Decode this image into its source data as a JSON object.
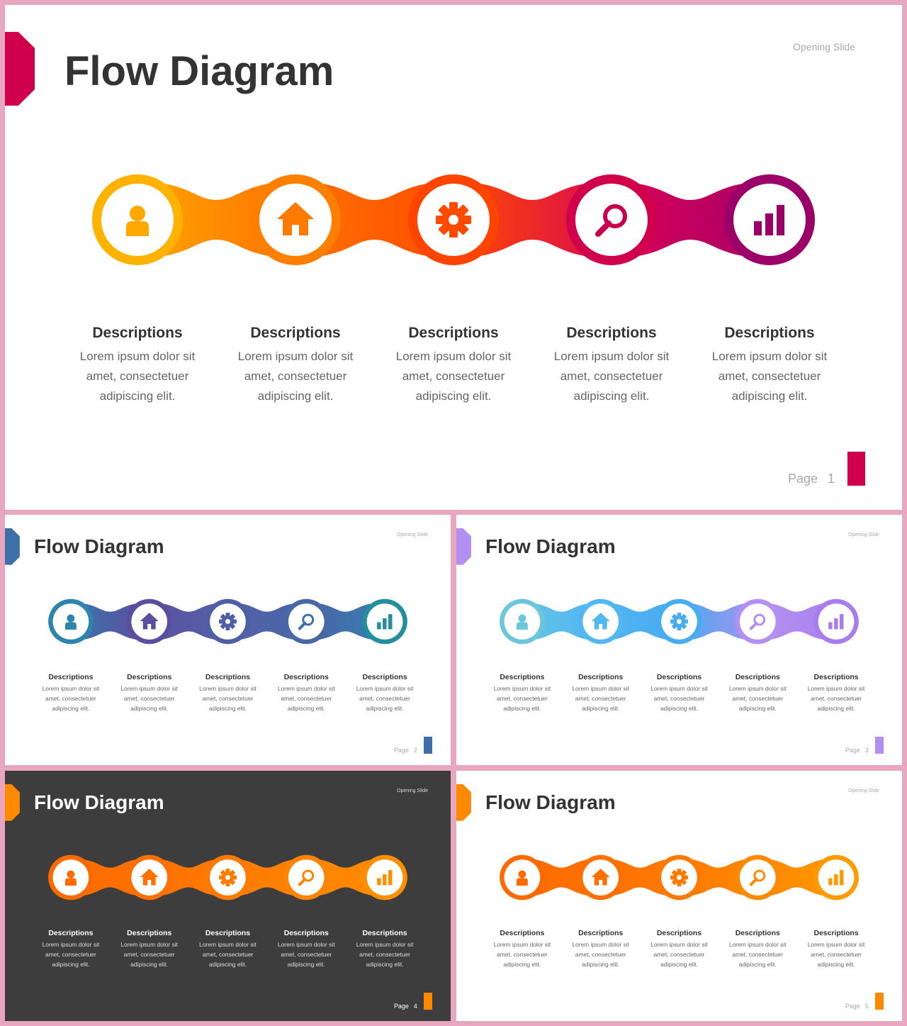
{
  "slides": [
    {
      "title": "Flow Diagram",
      "header_label": "Opening Slide",
      "page_label": "Page",
      "page_number": "1",
      "colors": {
        "tab": "#d0004c",
        "page_rect": "#d0004c",
        "gradient": [
          "#ffb300",
          "#ff7a00",
          "#ff4a00",
          "#d4005a",
          "#99006a"
        ],
        "circle_ring": [
          "#ffb300",
          "#ff8000",
          "#ff4400",
          "#d0004c",
          "#9a0068"
        ],
        "icon": [
          "#ffa800",
          "#ff7a00",
          "#ff4a00",
          "#c8004e",
          "#9a0068"
        ]
      },
      "steps": [
        {
          "icon": "user-icon",
          "heading": "Descriptions",
          "text": "Lorem ipsum dolor sit amet, consectetuer adipiscing elit."
        },
        {
          "icon": "home-icon",
          "heading": "Descriptions",
          "text": "Lorem ipsum dolor sit amet, consectetuer adipiscing elit."
        },
        {
          "icon": "gear-icon",
          "heading": "Descriptions",
          "text": "Lorem ipsum dolor sit amet, consectetuer adipiscing elit."
        },
        {
          "icon": "search-icon",
          "heading": "Descriptions",
          "text": "Lorem ipsum dolor sit amet, consectetuer adipiscing elit."
        },
        {
          "icon": "bar-chart-icon",
          "heading": "Descriptions",
          "text": "Lorem ipsum dolor sit amet, consectetuer adipiscing elit."
        }
      ]
    },
    {
      "title": "Flow Diagram",
      "header_label": "Opening Slide",
      "page_label": "Page",
      "page_number": "2",
      "colors": {
        "tab": "#3f6fa8",
        "page_rect": "#3f6fa8",
        "gradient": [
          "#2f86b0",
          "#5a4fa0",
          "#5560a8",
          "#4868a8",
          "#2f86b0"
        ],
        "circle_ring": [
          "#2d85ad",
          "#5a4f9e",
          "#4f5fa6",
          "#4868a6",
          "#228e9e"
        ],
        "icon": [
          "#2d85ad",
          "#5a4f9e",
          "#4f5fa6",
          "#3f6fa8",
          "#228e9e"
        ]
      },
      "steps": [
        {
          "icon": "user-icon",
          "heading": "Descriptions",
          "text": "Lorem ipsum dolor sit amet, consectetuer adipiscing elit."
        },
        {
          "icon": "home-icon",
          "heading": "Descriptions",
          "text": "Lorem ipsum dolor sit amet, consectetuer adipiscing elit."
        },
        {
          "icon": "gear-icon",
          "heading": "Descriptions",
          "text": "Lorem ipsum dolor sit amet, consectetuer adipiscing elit."
        },
        {
          "icon": "search-icon",
          "heading": "Descriptions",
          "text": "Lorem ipsum dolor sit amet, consectetuer adipiscing elit."
        },
        {
          "icon": "bar-chart-icon",
          "heading": "Descriptions",
          "text": "Lorem ipsum dolor sit amet, consectetuer adipiscing elit."
        }
      ]
    },
    {
      "title": "Flow Diagram",
      "header_label": "Opening Slide",
      "page_label": "Page",
      "page_number": "3",
      "colors": {
        "tab": "#b28ff0",
        "page_rect": "#b28ff0",
        "gradient": [
          "#6cc6dc",
          "#52b8f2",
          "#4aaaf0",
          "#b28ff0",
          "#a77df0"
        ],
        "circle_ring": [
          "#6cc6dc",
          "#52b8f2",
          "#46aef0",
          "#b28ff0",
          "#a77df0"
        ],
        "icon": [
          "#6cc6dc",
          "#52b8f2",
          "#46aef0",
          "#b28ff0",
          "#a77df0"
        ]
      },
      "steps": [
        {
          "icon": "user-icon",
          "heading": "Descriptions",
          "text": "Lorem ipsum dolor sit amet, consectetuer adipiscing elit."
        },
        {
          "icon": "home-icon",
          "heading": "Descriptions",
          "text": "Lorem ipsum dolor sit amet, consectetuer adipiscing elit."
        },
        {
          "icon": "gear-icon",
          "heading": "Descriptions",
          "text": "Lorem ipsum dolor sit amet, consectetuer adipiscing elit."
        },
        {
          "icon": "search-icon",
          "heading": "Descriptions",
          "text": "Lorem ipsum dolor sit amet, consectetuer adipiscing elit."
        },
        {
          "icon": "bar-chart-icon",
          "heading": "Descriptions",
          "text": "Lorem ipsum dolor sit amet, consectetuer adipiscing elit."
        }
      ]
    },
    {
      "title": "Flow Diagram",
      "header_label": "Opening Slide",
      "page_label": "Page",
      "page_number": "4",
      "colors": {
        "tab": "#ff8a00",
        "page_rect": "#ff8a00",
        "gradient": [
          "#ff6a00",
          "#ff7000",
          "#ff7a00",
          "#ff8400",
          "#ff8e00"
        ],
        "circle_ring": [
          "#ff6a00",
          "#ff7000",
          "#ff7a00",
          "#ff8400",
          "#ff8e00"
        ],
        "icon": [
          "#ff6a00",
          "#ff7000",
          "#ff7a00",
          "#ff8400",
          "#ff8e00"
        ]
      },
      "steps": [
        {
          "icon": "user-icon",
          "heading": "Descriptions",
          "text": "Lorem ipsum dolor sit amet, consectetuer adipiscing elit."
        },
        {
          "icon": "home-icon",
          "heading": "Descriptions",
          "text": "Lorem ipsum dolor sit amet, consectetuer adipiscing elit."
        },
        {
          "icon": "gear-icon",
          "heading": "Descriptions",
          "text": "Lorem ipsum dolor sit amet, consectetuer adipiscing elit."
        },
        {
          "icon": "search-icon",
          "heading": "Descriptions",
          "text": "Lorem ipsum dolor sit amet, consectetuer adipiscing elit."
        },
        {
          "icon": "bar-chart-icon",
          "heading": "Descriptions",
          "text": "Lorem ipsum dolor sit amet, consectetuer adipiscing elit."
        }
      ]
    },
    {
      "title": "Flow Diagram",
      "header_label": "Opening Slide",
      "page_label": "Page",
      "page_number": "5",
      "colors": {
        "tab": "#ff8a00",
        "page_rect": "#ff8a00",
        "gradient": [
          "#ff6a00",
          "#ff7000",
          "#ff7a00",
          "#ff8a00",
          "#ff9a00"
        ],
        "circle_ring": [
          "#ff6a00",
          "#ff7000",
          "#ff7a00",
          "#ff8a00",
          "#ff9a00"
        ],
        "icon": [
          "#ff6a00",
          "#ff7000",
          "#ff7a00",
          "#ff8a00",
          "#ff9a00"
        ]
      },
      "steps": [
        {
          "icon": "user-icon",
          "heading": "Descriptions",
          "text": "Lorem ipsum dolor sit amet, consectetuer adipiscing elit."
        },
        {
          "icon": "home-icon",
          "heading": "Descriptions",
          "text": "Lorem ipsum dolor sit amet, consectetuer adipiscing elit."
        },
        {
          "icon": "gear-icon",
          "heading": "Descriptions",
          "text": "Lorem ipsum dolor sit amet, consectetuer adipiscing elit."
        },
        {
          "icon": "search-icon",
          "heading": "Descriptions",
          "text": "Lorem ipsum dolor sit amet, consectetuer adipiscing elit."
        },
        {
          "icon": "bar-chart-icon",
          "heading": "Descriptions",
          "text": "Lorem ipsum dolor sit amet, consectetuer adipiscing elit."
        }
      ]
    }
  ]
}
